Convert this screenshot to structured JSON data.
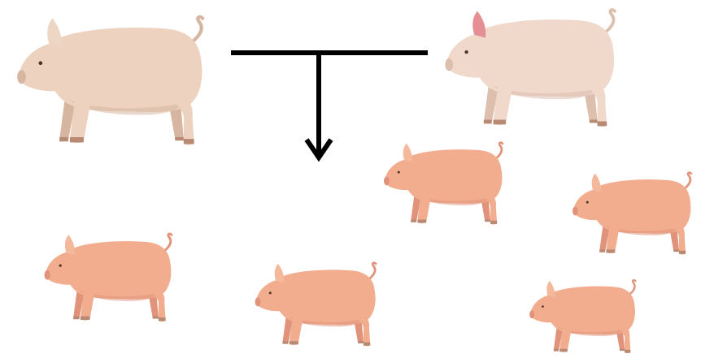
{
  "diagram": {
    "type": "pedigree-cross",
    "parents": [
      {
        "id": "sire",
        "role": "parent",
        "facing": "left",
        "body_color": "#ecd2bf",
        "ear_color": "#eed6c4"
      },
      {
        "id": "dam",
        "role": "parent",
        "facing": "left",
        "body_color": "#f0d6c8",
        "ear_color": "#e58f95"
      }
    ],
    "offspring": [
      {
        "id": "piglet-1",
        "facing": "left",
        "body_color": "#f2ad8e"
      },
      {
        "id": "piglet-2",
        "facing": "left",
        "body_color": "#f2ad8e"
      },
      {
        "id": "piglet-3",
        "facing": "left",
        "body_color": "#f2ad8e"
      },
      {
        "id": "piglet-4",
        "facing": "left",
        "body_color": "#f2ad8e"
      },
      {
        "id": "piglet-5",
        "facing": "left",
        "body_color": "#f2ad8e"
      }
    ],
    "connector": {
      "style": "T-line with down arrow",
      "color": "#000000"
    }
  }
}
